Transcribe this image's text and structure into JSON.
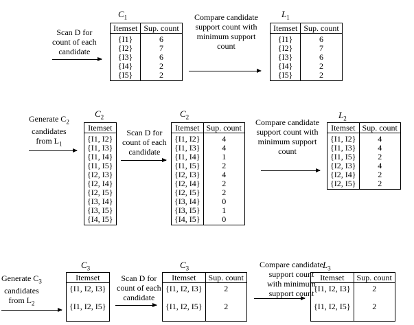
{
  "row1": {
    "step1": [
      "Scan D for",
      "count of each",
      "candidate"
    ],
    "c1": {
      "caption": "C",
      "sub": "1",
      "headers": [
        "Itemset",
        "Sup. count"
      ],
      "rows": [
        [
          "{I1}",
          "6"
        ],
        [
          "{I2}",
          "7"
        ],
        [
          "{I3}",
          "6"
        ],
        [
          "{I4}",
          "2"
        ],
        [
          "{I5}",
          "2"
        ]
      ]
    },
    "step2": [
      "Compare candidate",
      "support count with",
      "minimum support",
      "count"
    ],
    "l1": {
      "caption": "L",
      "sub": "1",
      "headers": [
        "Itemset",
        "Sup. count"
      ],
      "rows": [
        [
          "{I1}",
          "6"
        ],
        [
          "{I2}",
          "7"
        ],
        [
          "{I3}",
          "6"
        ],
        [
          "{I4}",
          "2"
        ],
        [
          "{I5}",
          "2"
        ]
      ]
    }
  },
  "row2": {
    "step1": {
      "line1": "Generate C",
      "line1_sub": "2",
      "line2": "candidates",
      "line3": "from L",
      "line3_sub": "1"
    },
    "c2a": {
      "caption": "C",
      "sub": "2",
      "headers": [
        "Itemset"
      ],
      "rows": [
        [
          "{I1, I2}"
        ],
        [
          "{I1, I3}"
        ],
        [
          "{I1, I4}"
        ],
        [
          "{I1, I5}"
        ],
        [
          "{I2, I3}"
        ],
        [
          "{I2, I4}"
        ],
        [
          "{I2, I5}"
        ],
        [
          "{I3, I4}"
        ],
        [
          "{I3, I5}"
        ],
        [
          "{I4, I5}"
        ]
      ]
    },
    "step2": [
      "Scan D for",
      "count of each",
      "candidate"
    ],
    "c2b": {
      "caption": "C",
      "sub": "2",
      "headers": [
        "Itemset",
        "Sup. count"
      ],
      "rows": [
        [
          "{I1, I2}",
          "4"
        ],
        [
          "{I1, I3}",
          "4"
        ],
        [
          "{I1, I4}",
          "1"
        ],
        [
          "{I1, I5}",
          "2"
        ],
        [
          "{I2, I3}",
          "4"
        ],
        [
          "{I2, I4}",
          "2"
        ],
        [
          "{I2, I5}",
          "2"
        ],
        [
          "{I3, I4}",
          "0"
        ],
        [
          "{I3, I5}",
          "1"
        ],
        [
          "{I4, I5}",
          "0"
        ]
      ]
    },
    "step3": [
      "Compare candidate",
      "support count with",
      "minimum support",
      "count"
    ],
    "l2": {
      "caption": "L",
      "sub": "2",
      "headers": [
        "Itemset",
        "Sup. count"
      ],
      "rows": [
        [
          "{I1, I2}",
          "4"
        ],
        [
          "{I1, I3}",
          "4"
        ],
        [
          "{I1, I5}",
          "2"
        ],
        [
          "{I2, I3}",
          "4"
        ],
        [
          "{I2, I4}",
          "2"
        ],
        [
          "{I2, I5}",
          "2"
        ]
      ]
    }
  },
  "row3": {
    "step1": {
      "line1": "Generate C",
      "line1_sub": "3",
      "line2": "candidates",
      "line3": "from L",
      "line3_sub": "2"
    },
    "c3a": {
      "caption": "C",
      "sub": "3",
      "headers": [
        "Itemset"
      ],
      "rows": [
        [
          "{I1, I2, I3}"
        ],
        [
          "{I1, I2, I5}"
        ]
      ]
    },
    "step2": [
      "Scan D for",
      "count of each",
      "candidate"
    ],
    "c3b": {
      "caption": "C",
      "sub": "3",
      "headers": [
        "Itemset",
        "Sup. count"
      ],
      "rows": [
        [
          "{I1, I2, I3}",
          "2"
        ],
        [
          "{I1, I2, I5}",
          "2"
        ]
      ]
    },
    "step3": [
      "Compare candidate",
      "support count",
      "with minimum",
      "support count"
    ],
    "l3": {
      "caption": "L",
      "sub": "3",
      "headers": [
        "Itemset",
        "Sup. count"
      ],
      "rows": [
        [
          "{I1, I2, I3}",
          "2"
        ],
        [
          "{I1, I2, I5}",
          "2"
        ]
      ]
    }
  }
}
